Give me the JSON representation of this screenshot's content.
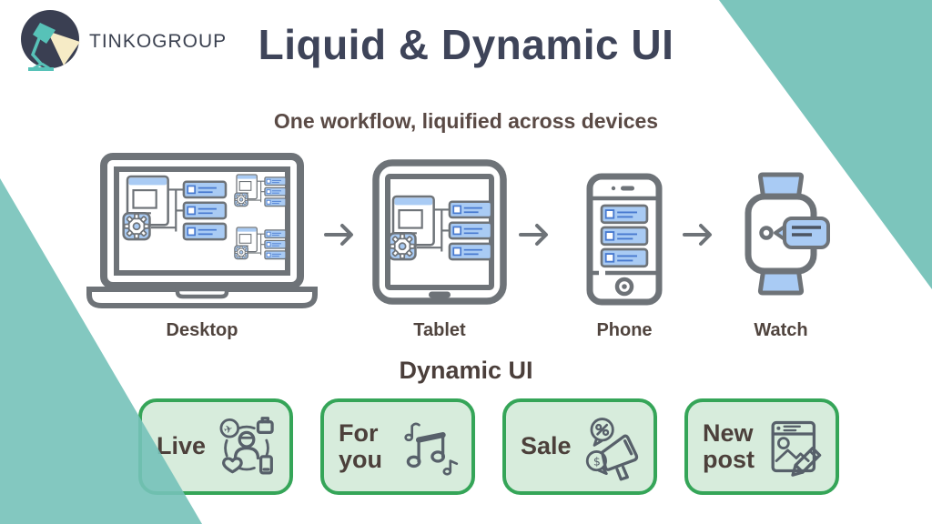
{
  "brand": {
    "name": "TINKOGROUP",
    "logo_icon": "desk-lamp-logo"
  },
  "header": {
    "title": "Liquid & Dynamic UI"
  },
  "workflow": {
    "subtitle": "One workflow, liquified across devices",
    "devices": [
      {
        "label": "Desktop",
        "icon": "laptop-icon"
      },
      {
        "label": "Tablet",
        "icon": "tablet-icon"
      },
      {
        "label": "Phone",
        "icon": "phone-icon"
      },
      {
        "label": "Watch",
        "icon": "watch-icon"
      }
    ],
    "connector_icon": "arrow-right-icon"
  },
  "dynamic": {
    "heading": "Dynamic UI",
    "cards": [
      {
        "label": "Live",
        "icon": "live-activity-icon"
      },
      {
        "label": "For you",
        "icon": "music-icon"
      },
      {
        "label": "Sale",
        "icon": "sale-megaphone-icon"
      },
      {
        "label": "New post",
        "icon": "new-post-icon"
      }
    ]
  },
  "colors": {
    "teal_accent": "#7cc5bc",
    "title_navy": "#3e4459",
    "text_brown": "#574a44",
    "ui_blue_fill": "#a9cbf4",
    "ui_blue_stroke": "#4779cf",
    "outline_gray": "#6e7378",
    "card_green_border": "#35a558",
    "card_green_fill": "#d7ecdc",
    "logo_navy": "#3a3f52",
    "logo_teal": "#57c2b8",
    "logo_cream": "#f6ebc6"
  }
}
